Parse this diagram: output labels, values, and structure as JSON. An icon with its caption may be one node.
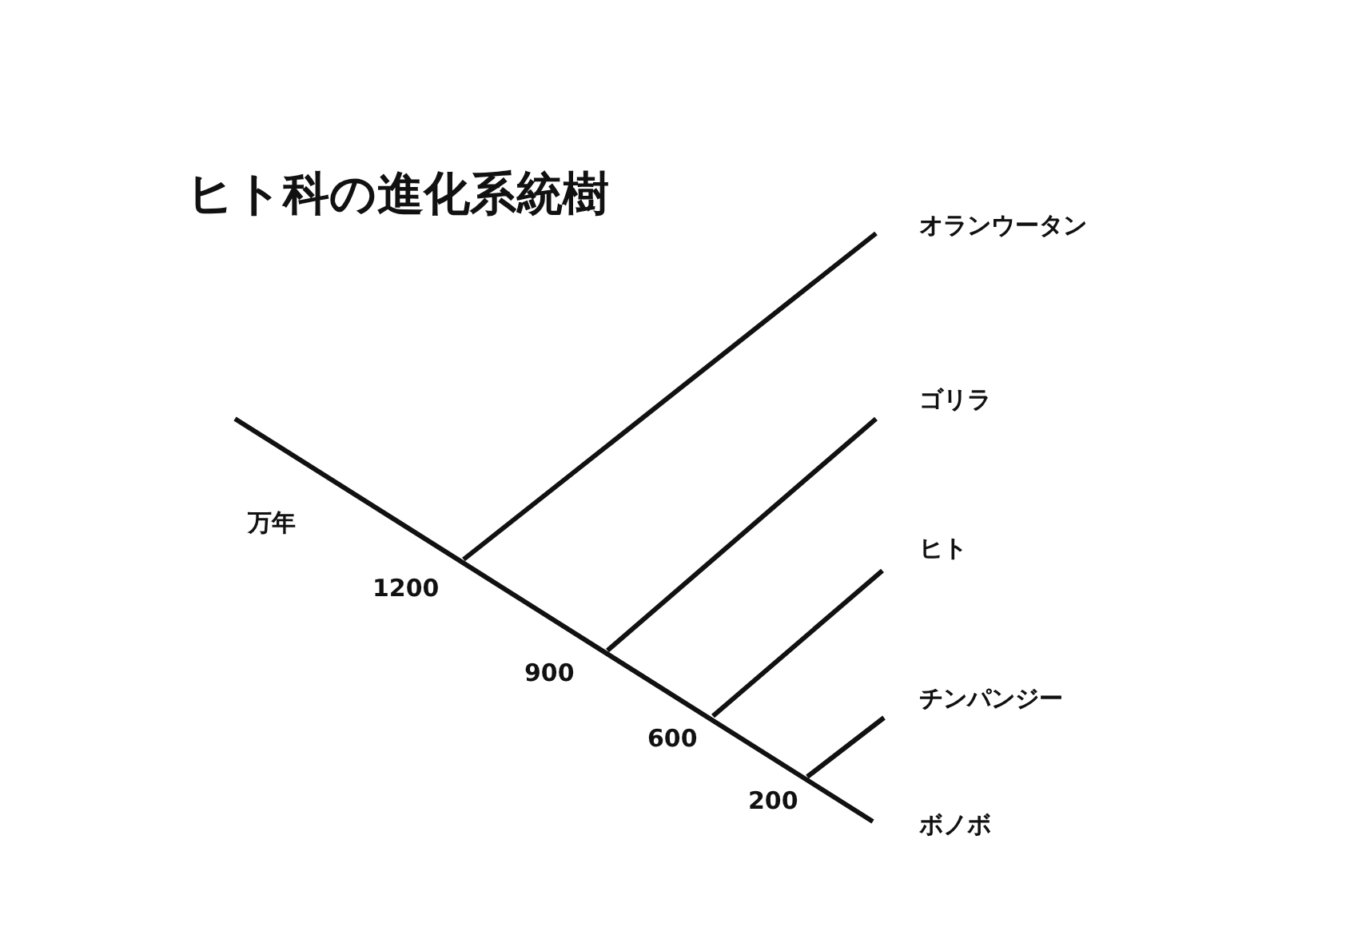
{
  "diagram": {
    "title": "ヒト科の進化系統樹",
    "labels": [
      "オランウータン",
      "ゴリラ",
      "万年",
      "ヒト",
      "1200",
      "900",
      "チンパンジー",
      "600",
      "200",
      "ボノボ"
    ]
  }
}
